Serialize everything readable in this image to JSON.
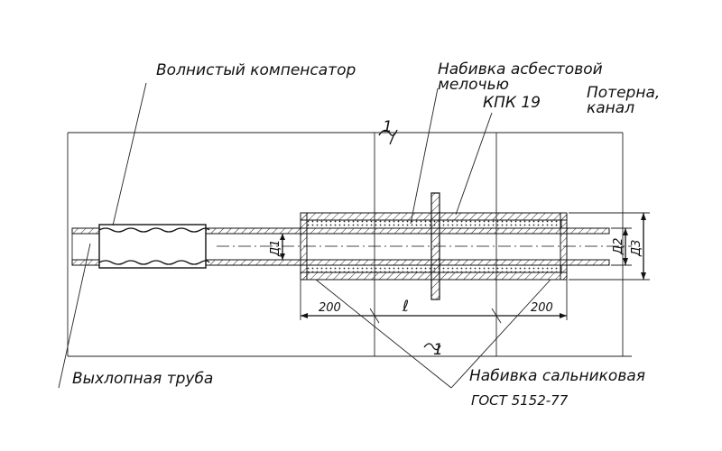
{
  "labels": {
    "compensator": "Волнистый компенсатор",
    "packing_asbestos_1": "Набивка асбестовой",
    "packing_asbestos_2": "мелочью",
    "kpk": "КПК 19",
    "tunnel_1": "Потерна,",
    "tunnel_2": "канал",
    "exhaust_pipe": "Выхлопная  труба",
    "packing_gland": "Набивка сальниковая",
    "gost": "ГОСТ 5152-77"
  },
  "marks": {
    "section_top": "1",
    "section_bottom": "1",
    "d1": "Д1",
    "d2": "Д2",
    "d3": "Д3",
    "dim_left": "200",
    "dim_mid": "ℓ",
    "dim_right": "200"
  },
  "colors": {
    "ink": "#111111",
    "background": "#ffffff"
  }
}
